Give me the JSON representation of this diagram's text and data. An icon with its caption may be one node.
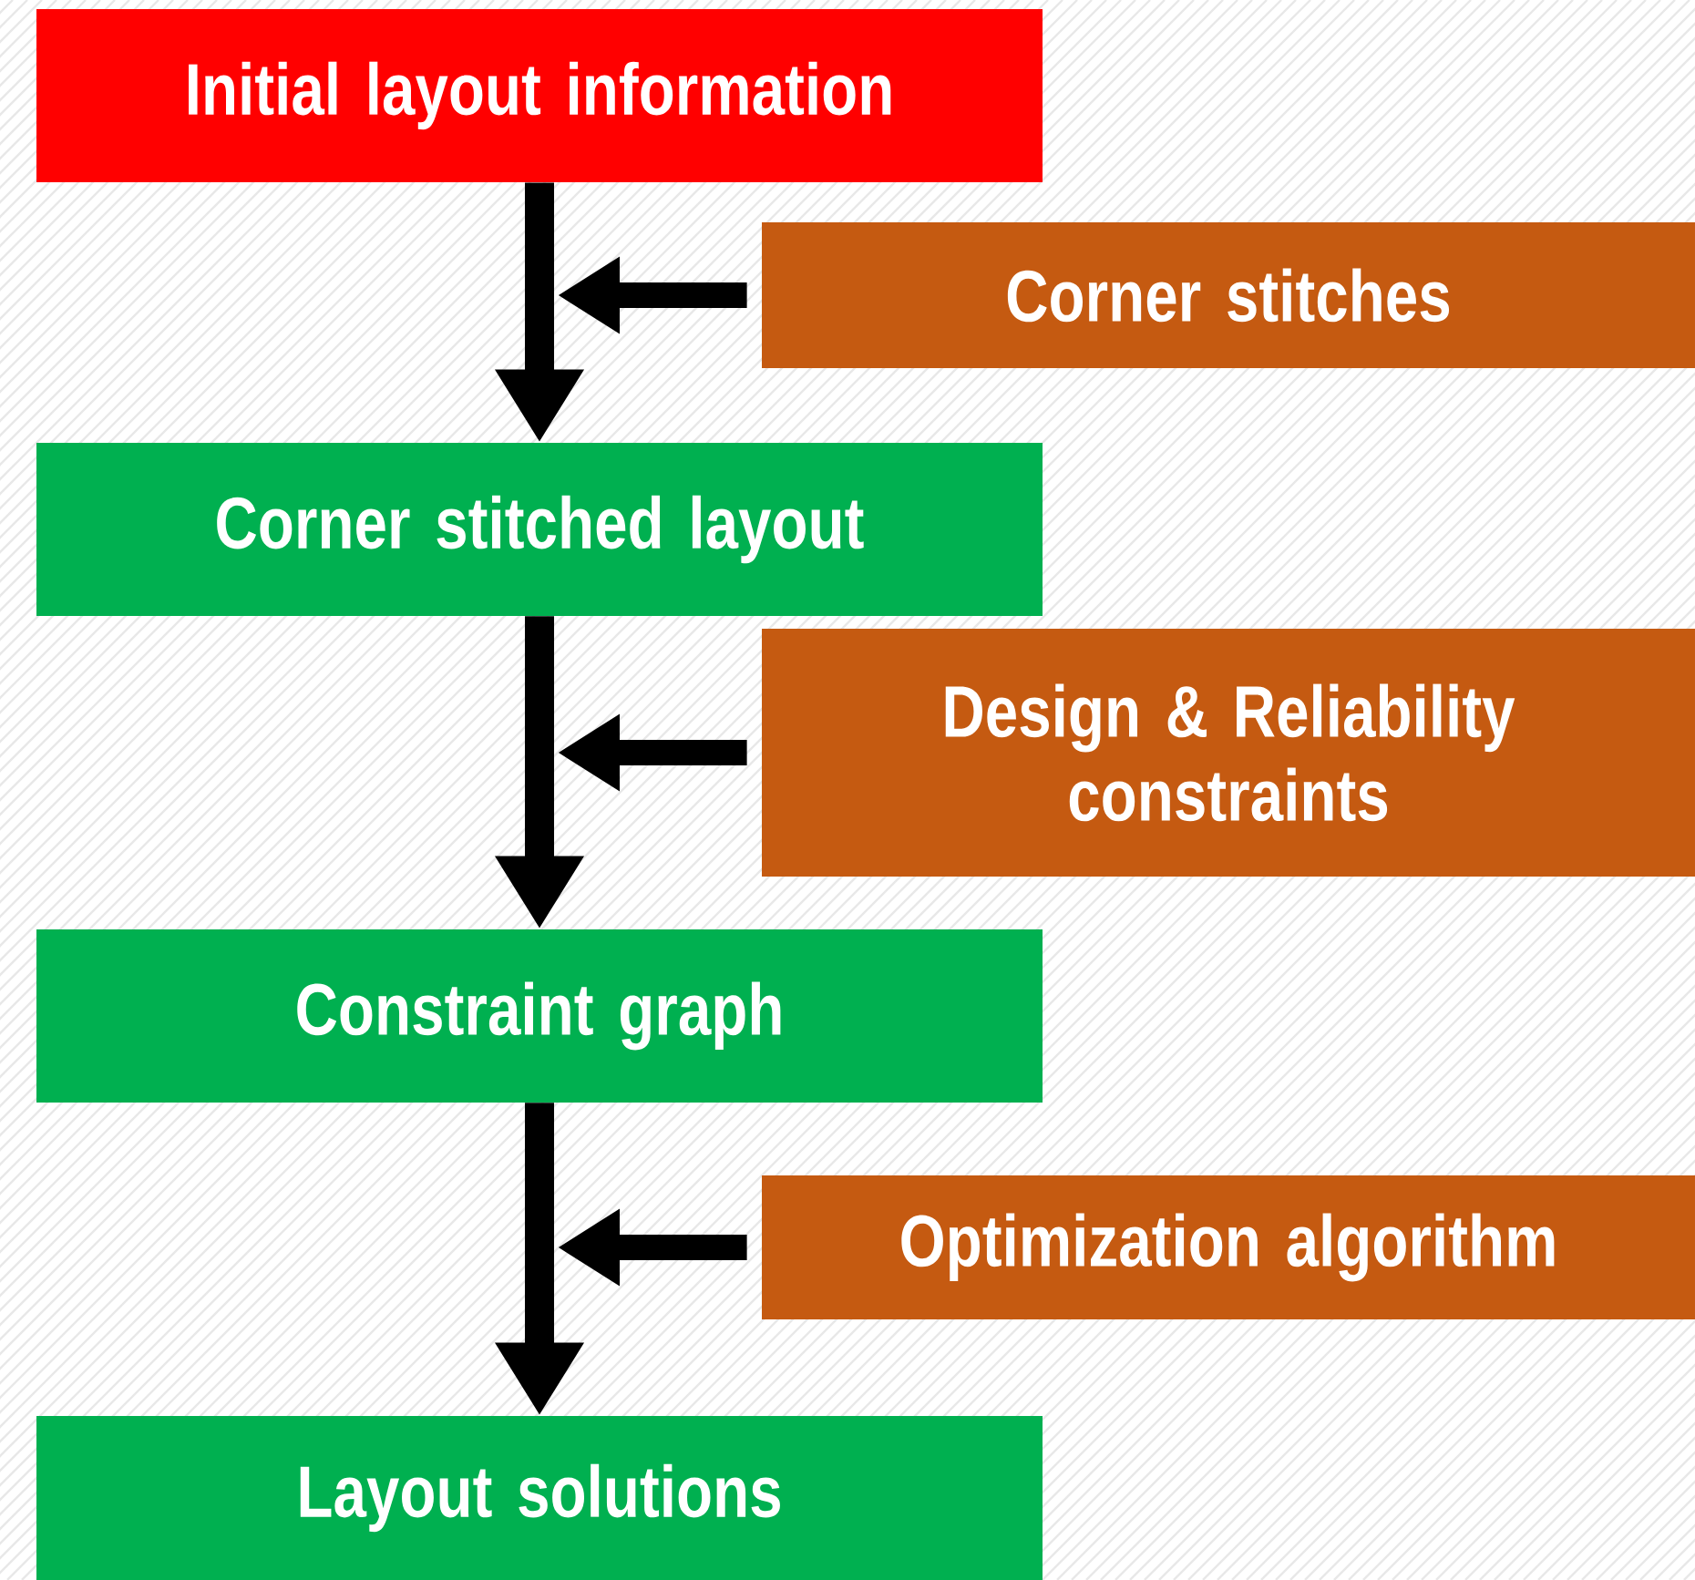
{
  "diagram": {
    "nodes": [
      {
        "text": [
          "Initial layout information"
        ]
      },
      {
        "text": [
          "Corner stitches"
        ]
      },
      {
        "text": [
          "Corner stitched layout"
        ]
      },
      {
        "text": [
          "Design & Reliability constraints"
        ]
      },
      {
        "text": [
          "Constraint graph"
        ]
      },
      {
        "text": [
          "Optimization algorithm"
        ]
      },
      {
        "text": [
          "Layout solutions"
        ]
      }
    ],
    "edges": [
      {
        "from": 0,
        "to": 2,
        "arrow": "to"
      },
      {
        "from": 1,
        "to": null,
        "arrow": "to"
      },
      {
        "from": 2,
        "to": 4,
        "arrow": "to"
      },
      {
        "from": 3,
        "to": null,
        "arrow": "to"
      },
      {
        "from": 4,
        "to": 6,
        "arrow": "to"
      },
      {
        "from": 5,
        "to": null,
        "arrow": "to"
      }
    ]
  }
}
